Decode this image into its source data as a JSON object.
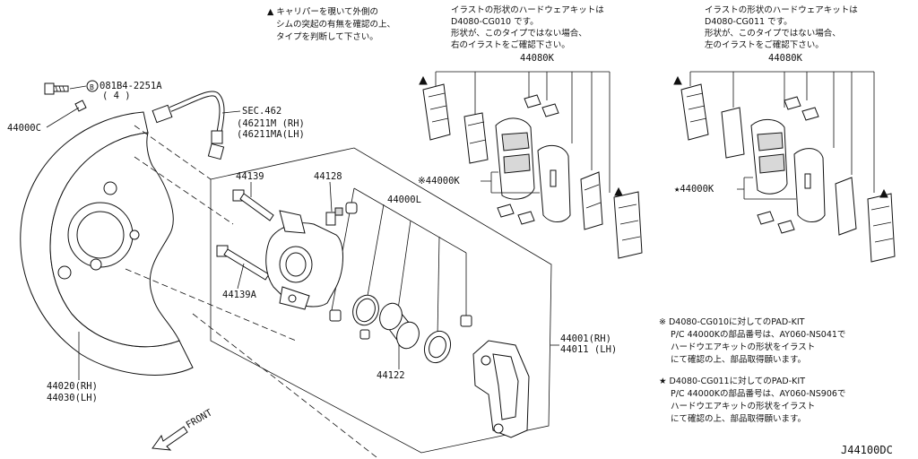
{
  "notes": {
    "caliper_note": [
      "▲ キャリパーを覗いて外側の",
      "シムの突起の有無を確認の上、",
      "タイプを判断して下さい。"
    ],
    "kit1_note": [
      "イラストの形状のハードウェアキットは",
      "D4080-CG010 です。",
      "形状が、このタイプではない場合、",
      "右のイラストをご確認下さい。"
    ],
    "kit2_note": [
      "イラストの形状のハードウェアキットは",
      "D4080-CG011 です。",
      "形状が、このタイプではない場合、",
      "左のイラストをご確認下さい。"
    ],
    "legend1": [
      "※ D4080-CG010に対してのPAD-KIT",
      "P/C 44000Kの部品番号は、AY060-NS041で",
      "ハードウエアキットの形状をイラスト",
      "にて確認の上、部品取得願います。"
    ],
    "legend2": [
      "★ D4080-CG011に対してのPAD-KIT",
      "P/C 44000Kの部品番号は、AY060-NS906で",
      "ハードウエアキットの形状をイラスト",
      "にて確認の上、部品取得願います。"
    ]
  },
  "labels": {
    "bolt_part": "081B4-2251A",
    "bolt_qty": "( 4 )",
    "p44000c": "44000C",
    "sec": "SEC.462",
    "sec_rh": "(46211M  (RH)",
    "sec_lh": "(46211MA(LH)",
    "p44139": "44139",
    "p44128": "44128",
    "p44000l": "44000L",
    "p44139a": "44139A",
    "p44122": "44122",
    "p44001": "44001(RH)",
    "p44011": "44011 (LH)",
    "p44020": "44020(RH)",
    "p44030": "44030(LH)",
    "kit1_code": "44080K",
    "kit2_code": "44080K",
    "pad1": "※44000K",
    "pad2": "★44000K",
    "front": "FRONT",
    "diagram_id": "J44100DC"
  }
}
